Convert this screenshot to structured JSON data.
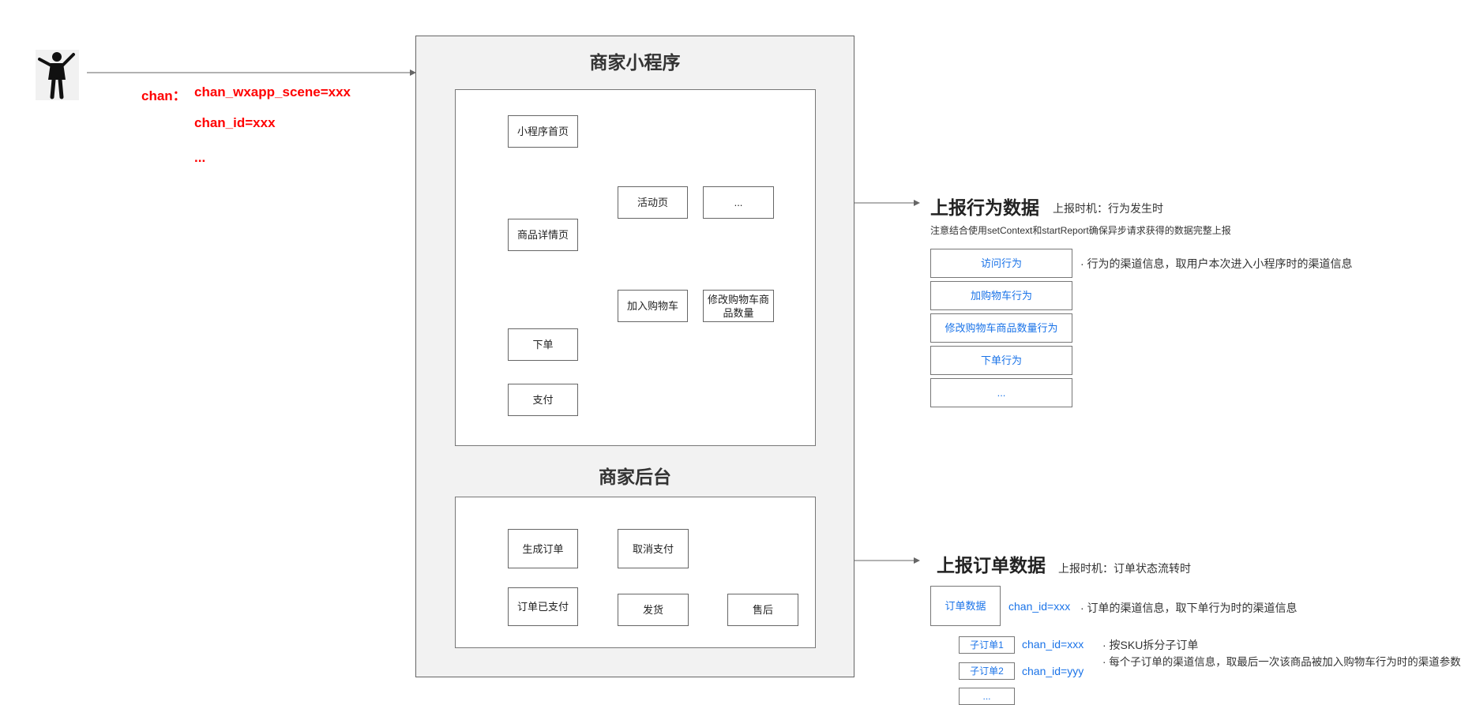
{
  "left": {
    "chan_label": "chan：",
    "params": [
      "chan_wxapp_scene=xxx",
      "chan_id=xxx",
      "..."
    ]
  },
  "mini_program": {
    "title": "商家小程序",
    "nodes": {
      "home": "小程序首页",
      "activity": "活动页",
      "more": "...",
      "detail": "商品详情页",
      "add_cart": "加入购物车",
      "modify_cart": "修改购物车商品数量",
      "order": "下单",
      "pay": "支付"
    }
  },
  "backend": {
    "title": "商家后台",
    "nodes": {
      "gen_order": "生成订单",
      "cancel_pay": "取消支付",
      "paid": "订单已支付",
      "ship": "发货",
      "after_sale": "售后"
    }
  },
  "behavior": {
    "title": "上报行为数据",
    "timing": "上报时机：行为发生时",
    "note": "注意结合使用setContext和startReport确保异步请求获得的数据完整上报",
    "items": [
      "访问行为",
      "加购物车行为",
      "修改购物车商品数量行为",
      "下单行为",
      "..."
    ],
    "bullet": "· 行为的渠道信息，取用户本次进入小程序时的渠道信息"
  },
  "order_report": {
    "title": "上报订单数据",
    "timing": "上报时机：订单状态流转时",
    "main_box": "订单数据",
    "main_chan": "chan_id=xxx",
    "main_bullet": "· 订单的渠道信息，取下单行为时的渠道信息",
    "sub_items": [
      {
        "label": "子订单1",
        "chan": "chan_id=xxx"
      },
      {
        "label": "子订单2",
        "chan": "chan_id=yyy"
      },
      {
        "label": "...",
        "chan": ""
      }
    ],
    "sub_bullets": [
      "· 按SKU拆分子订单",
      "· 每个子订单的渠道信息，取最后一次该商品被加入购物车行为时的渠道参数"
    ]
  },
  "colors": {
    "blue": "#1a8ccf",
    "red": "#ff0000",
    "link": "#1a73e8"
  }
}
